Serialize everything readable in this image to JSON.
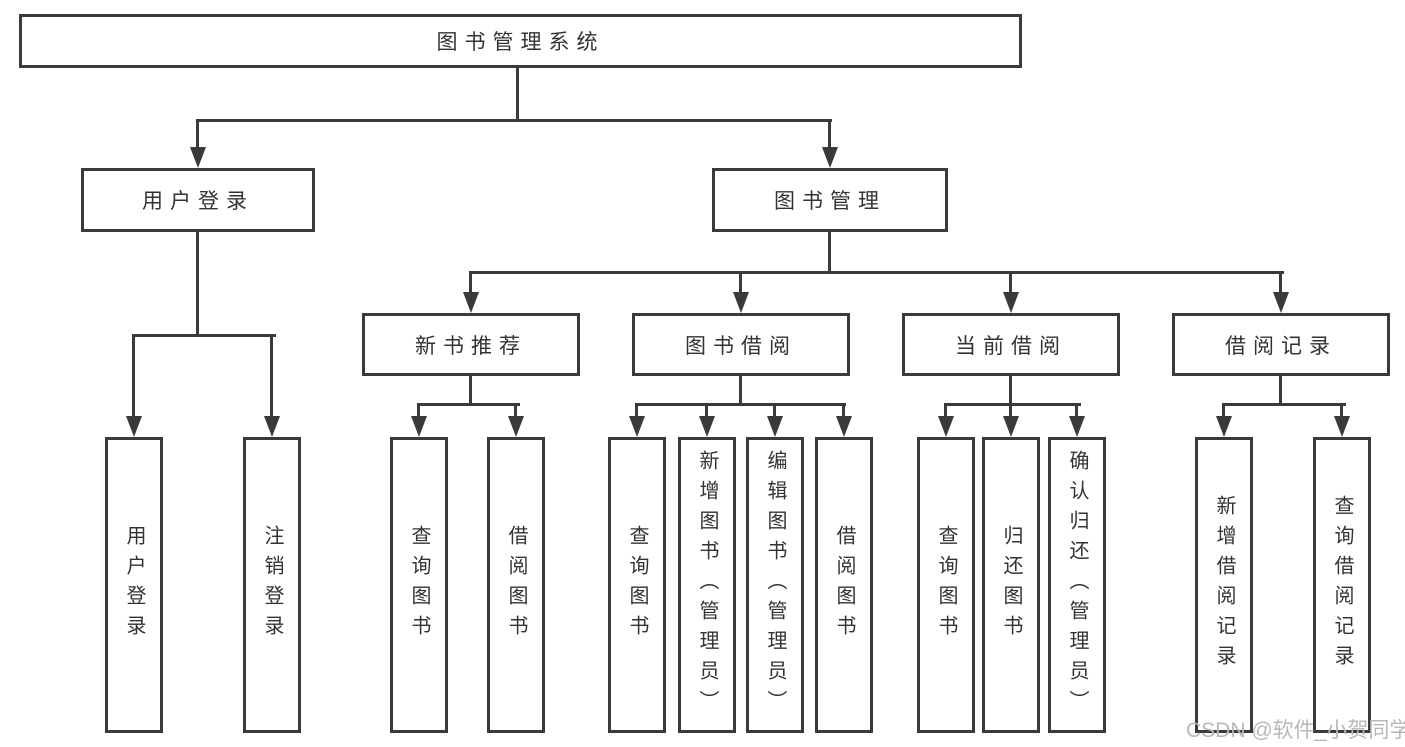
{
  "diagram": {
    "type": "tree",
    "title": "图书管理系统"
  },
  "nodes": {
    "root": {
      "label": "图书管理系统"
    },
    "user_login": {
      "label": "用户登录"
    },
    "book_mgmt": {
      "label": "图书管理"
    },
    "new_book_rec": {
      "label": "新书推荐"
    },
    "book_borrow": {
      "label": "图书借阅"
    },
    "current_borrow": {
      "label": "当前借阅"
    },
    "borrow_records": {
      "label": "借阅记录"
    },
    "login": {
      "label": "用户登录"
    },
    "logout": {
      "label": "注销登录"
    },
    "rec_query_book": {
      "label": "查询图书"
    },
    "rec_borrow_book": {
      "label": "借阅图书"
    },
    "bb_query_book": {
      "label": "查询图书"
    },
    "bb_add_book": {
      "label": "新增图书（管理员）"
    },
    "bb_edit_book": {
      "label": "编辑图书（管理员）"
    },
    "bb_borrow_book": {
      "label": "借阅图书"
    },
    "cb_query_book": {
      "label": "查询图书"
    },
    "cb_return_book": {
      "label": "归还图书"
    },
    "cb_confirm_return": {
      "label": "确认归还（管理员）"
    },
    "br_add_record": {
      "label": "新增借阅记录"
    },
    "br_query_record": {
      "label": "查询借阅记录"
    }
  },
  "edges": [
    {
      "from": "图书管理系统",
      "to": "用户登录"
    },
    {
      "from": "图书管理系统",
      "to": "图书管理"
    },
    {
      "from": "用户登录",
      "to": "用户登录"
    },
    {
      "from": "用户登录",
      "to": "注销登录"
    },
    {
      "from": "图书管理",
      "to": "新书推荐"
    },
    {
      "from": "图书管理",
      "to": "图书借阅"
    },
    {
      "from": "图书管理",
      "to": "当前借阅"
    },
    {
      "from": "图书管理",
      "to": "借阅记录"
    },
    {
      "from": "新书推荐",
      "to": "查询图书"
    },
    {
      "from": "新书推荐",
      "to": "借阅图书"
    },
    {
      "from": "图书借阅",
      "to": "查询图书"
    },
    {
      "from": "图书借阅",
      "to": "新增图书（管理员）"
    },
    {
      "from": "图书借阅",
      "to": "编辑图书（管理员）"
    },
    {
      "from": "图书借阅",
      "to": "借阅图书"
    },
    {
      "from": "当前借阅",
      "to": "查询图书"
    },
    {
      "from": "当前借阅",
      "to": "归还图书"
    },
    {
      "from": "当前借阅",
      "to": "确认归还（管理员）"
    },
    {
      "from": "借阅记录",
      "to": "新增借阅记录"
    },
    {
      "from": "借阅记录",
      "to": "查询借阅记录"
    }
  ],
  "watermark": {
    "text": "CSDN @软件_小贺同学"
  },
  "colors": {
    "line": "#3a3a3a",
    "box_border": "#3a3a3a",
    "box_fill": "#ffffff",
    "text": "#333333",
    "watermark": "#b8b8b8",
    "background": "#ffffff"
  }
}
